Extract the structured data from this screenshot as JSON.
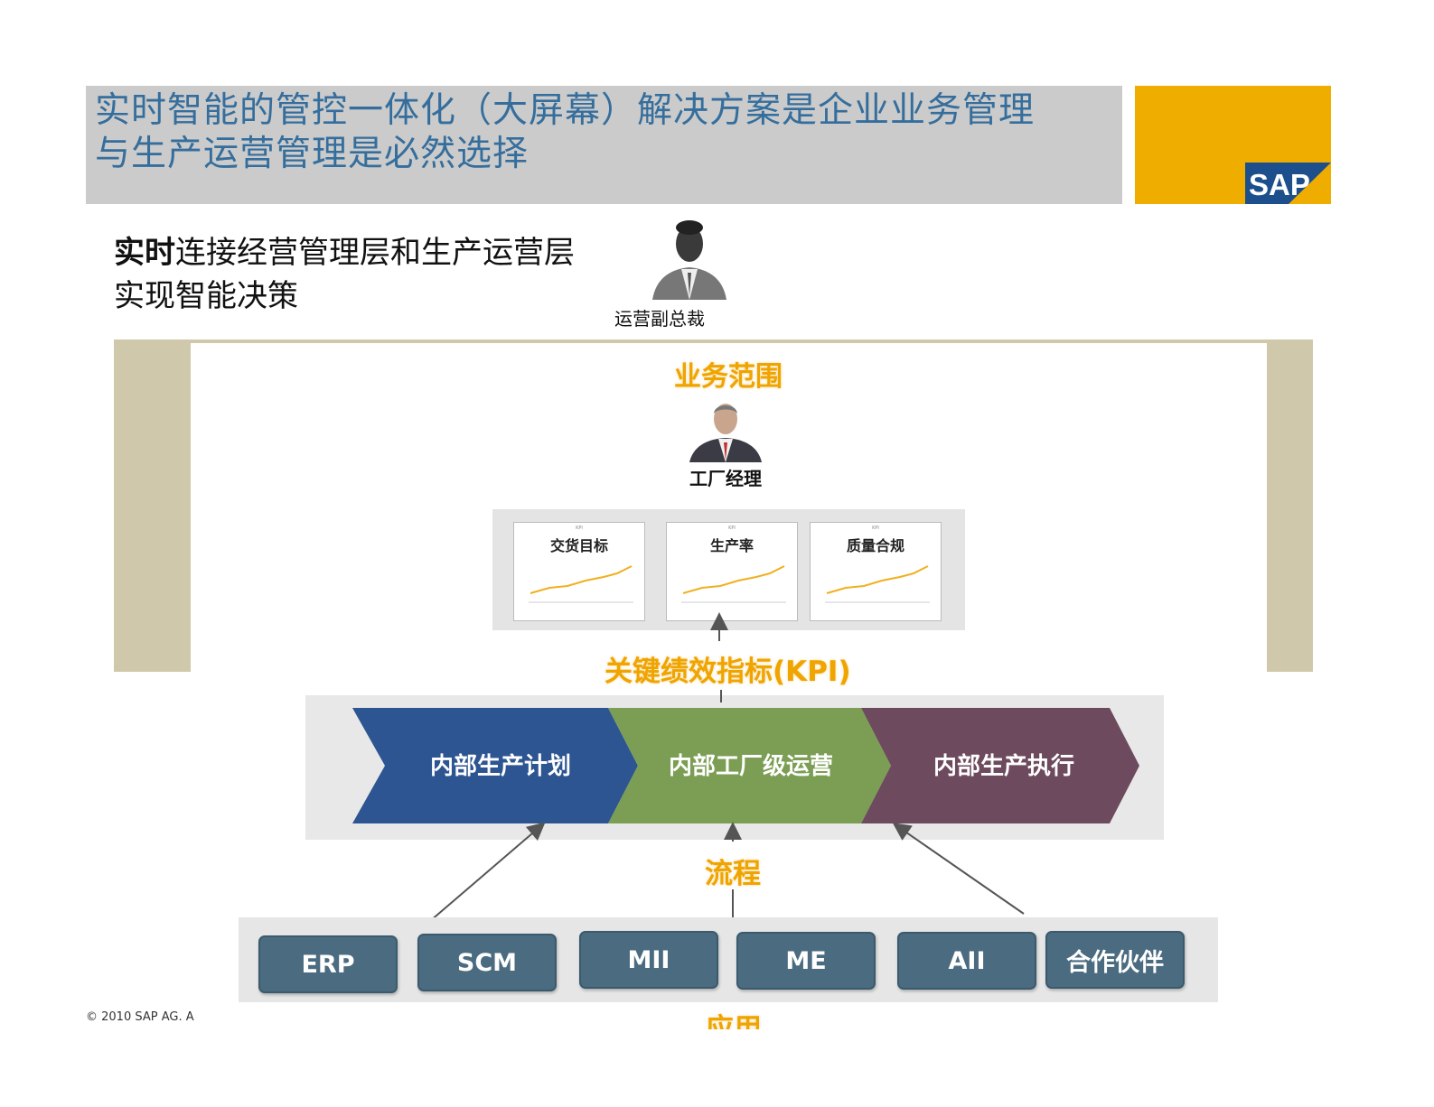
{
  "slide": {
    "title": "实时智能的管控一体化（大屏幕）解决方案是企业业务管理\n与生产运营管理是必然选择",
    "subtitle_bold": "实时",
    "subtitle_rest": "连接经营管理层和生产运营层",
    "subtitle_line2": "实现智能决策",
    "vp_label": "运营副总裁",
    "footer": "© 2010 SAP AG. A"
  },
  "logo": {
    "text": "SAP",
    "colors": {
      "gold": "#efad00",
      "blue": "#1c4f8c"
    }
  },
  "diagram": {
    "business_scope": "业务范围",
    "manager_label": "工厂经理",
    "kpi_label": "关键绩效指标(KPI)",
    "kpi_cards": [
      {
        "title": "交货目标"
      },
      {
        "title": "生产率"
      },
      {
        "title": "质量合规"
      }
    ],
    "processes": [
      {
        "label": "内部生产计划",
        "color": "#2d5591"
      },
      {
        "label": "内部工厂级运营",
        "color": "#7b9e54"
      },
      {
        "label": "内部生产执行",
        "color": "#6d4a5d"
      }
    ],
    "process_label": "流程",
    "apps": [
      "ERP",
      "SCM",
      "MII",
      "ME",
      "AII",
      "合作伙伴"
    ],
    "apps_label": "应用"
  }
}
